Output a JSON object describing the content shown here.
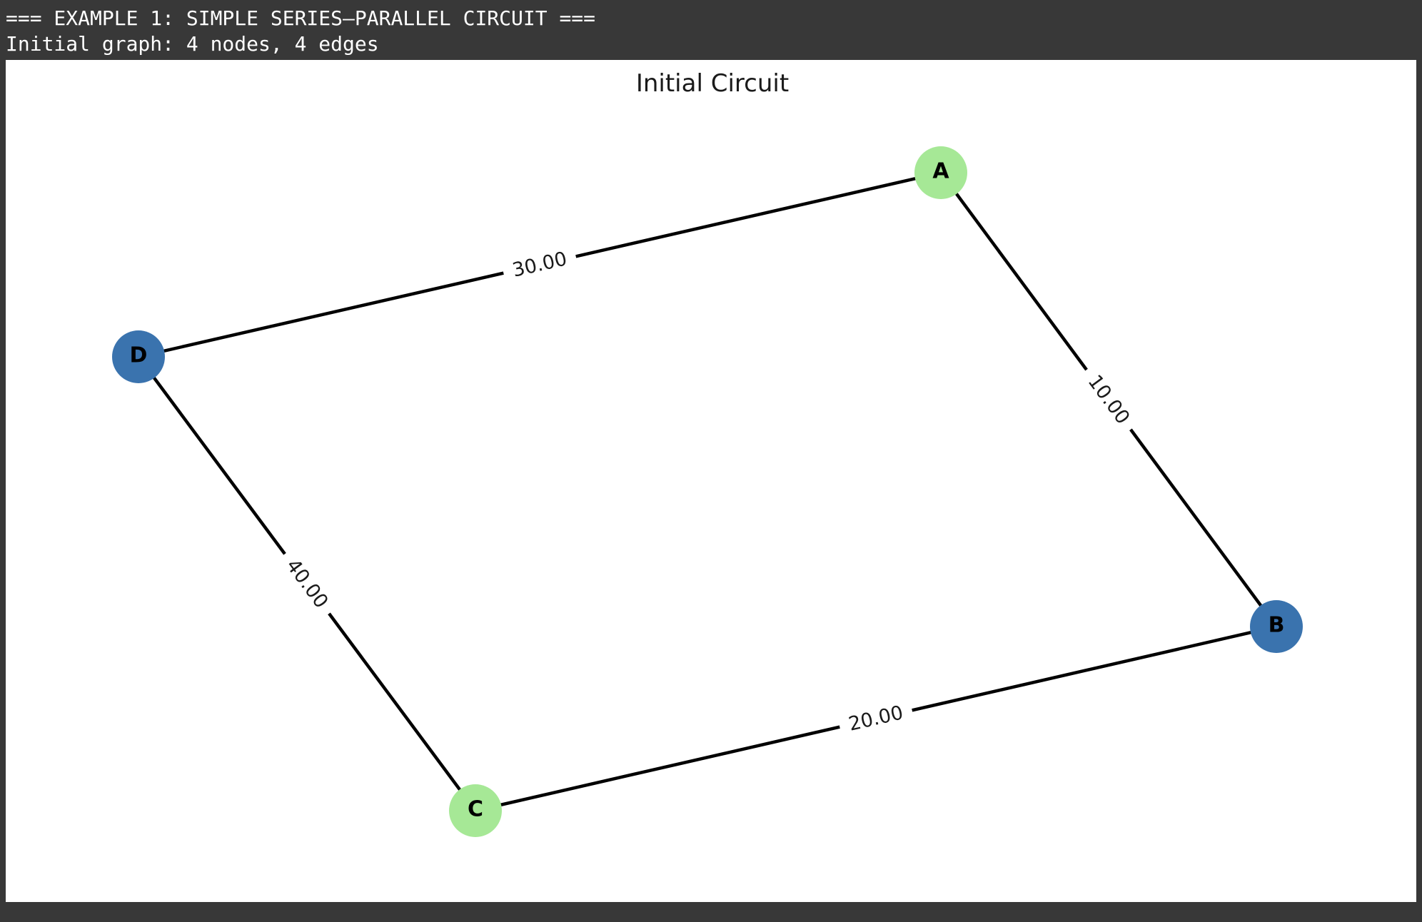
{
  "console": {
    "lines": [
      "=== EXAMPLE 1: SIMPLE SERIES–PARALLEL CIRCUIT ===",
      "Initial graph: 4 nodes, 4 edges"
    ]
  },
  "figure": {
    "title": "Initial Circuit"
  },
  "colors": {
    "node_green": "#a6e896",
    "node_blue": "#3a73ae",
    "edge": "#000000",
    "background_dark": "#383838"
  },
  "graph": {
    "nodes": [
      {
        "id": "A",
        "color": "green"
      },
      {
        "id": "B",
        "color": "blue"
      },
      {
        "id": "C",
        "color": "green"
      },
      {
        "id": "D",
        "color": "blue"
      }
    ],
    "edges": [
      {
        "from": "A",
        "to": "B",
        "label": "10.00"
      },
      {
        "from": "B",
        "to": "C",
        "label": "20.00"
      },
      {
        "from": "D",
        "to": "A",
        "label": "30.00"
      },
      {
        "from": "C",
        "to": "D",
        "label": "40.00"
      }
    ]
  }
}
